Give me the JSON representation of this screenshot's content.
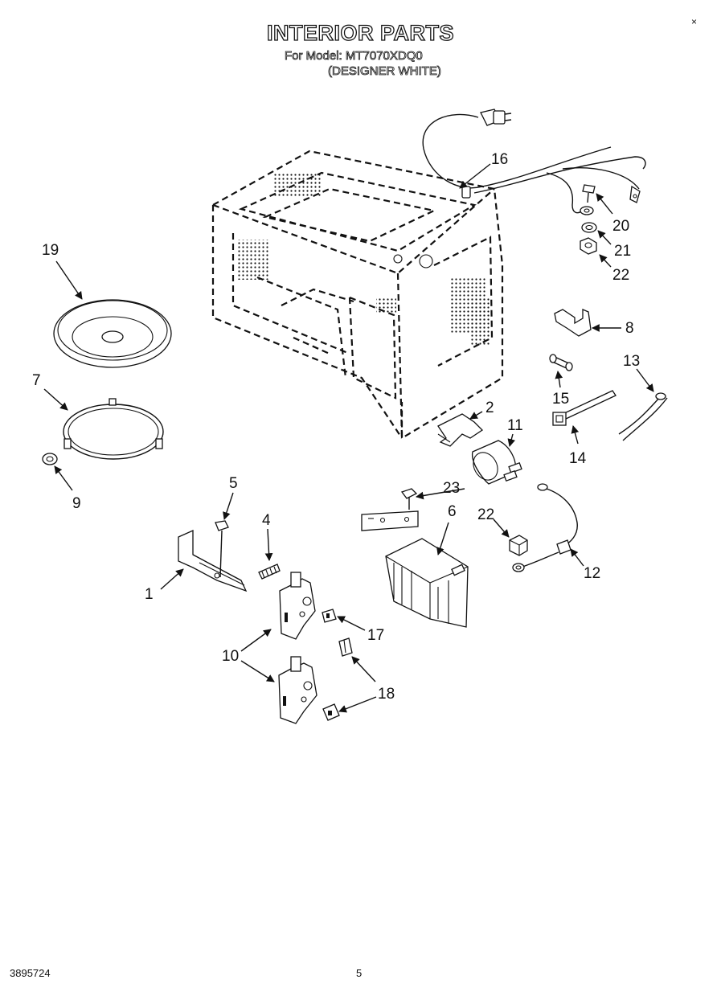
{
  "header": {
    "title": "INTERIOR PARTS",
    "model_line": "For Model: MT7070XDQ0",
    "variant_line": "(DESIGNER WHITE)"
  },
  "footer": {
    "doc_number": "3895724",
    "page_number": "5"
  },
  "corner_mark": "×",
  "callouts": [
    "1",
    "2",
    "4",
    "5",
    "6",
    "7",
    "8",
    "9",
    "10",
    "11",
    "12",
    "13",
    "14",
    "15",
    "16",
    "17",
    "18",
    "19",
    "20",
    "21",
    "22",
    "23"
  ]
}
